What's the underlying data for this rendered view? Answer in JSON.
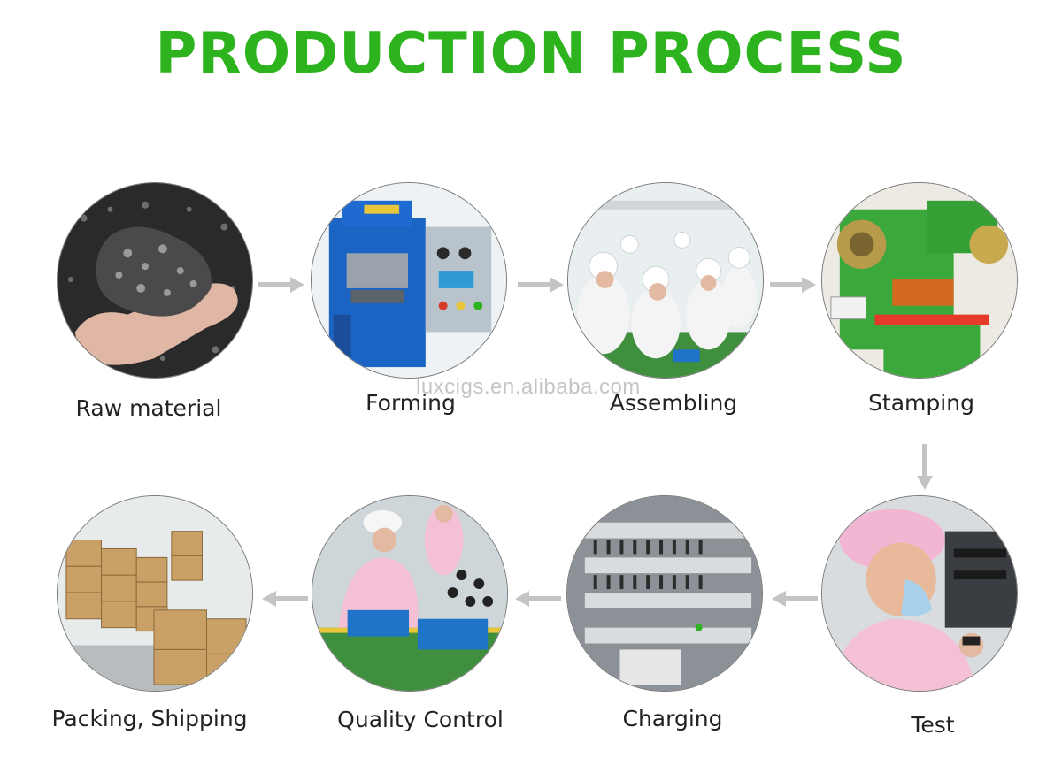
{
  "title": "PRODUCTION PROCESS",
  "watermark": "luxcigs.en.alibaba.com",
  "colors": {
    "title": "#2cb31e",
    "arrow": "#c4c4c4",
    "label": "#222222"
  },
  "steps": [
    {
      "id": "raw-material",
      "label": "Raw material",
      "image": "black-pellets-in-hand"
    },
    {
      "id": "forming",
      "label": "Forming",
      "image": "blue-hydraulic-press"
    },
    {
      "id": "assembling",
      "label": "Assembling",
      "image": "workers-assembly-line"
    },
    {
      "id": "stamping",
      "label": "Stamping",
      "image": "green-stamping-machine"
    },
    {
      "id": "test",
      "label": "Test",
      "image": "worker-testing-device"
    },
    {
      "id": "charging",
      "label": "Charging",
      "image": "charging-racks"
    },
    {
      "id": "quality-control",
      "label": "Quality Control",
      "image": "inspection-workbench"
    },
    {
      "id": "packing-shipping",
      "label": "Packing, Shipping",
      "image": "stacked-cartons-warehouse"
    }
  ],
  "arrows": [
    {
      "from": "raw-material",
      "to": "forming",
      "direction": "right"
    },
    {
      "from": "forming",
      "to": "assembling",
      "direction": "right"
    },
    {
      "from": "assembling",
      "to": "stamping",
      "direction": "right"
    },
    {
      "from": "stamping",
      "to": "test",
      "direction": "down"
    },
    {
      "from": "test",
      "to": "charging",
      "direction": "left"
    },
    {
      "from": "charging",
      "to": "quality-control",
      "direction": "left"
    },
    {
      "from": "quality-control",
      "to": "packing-shipping",
      "direction": "left"
    }
  ]
}
